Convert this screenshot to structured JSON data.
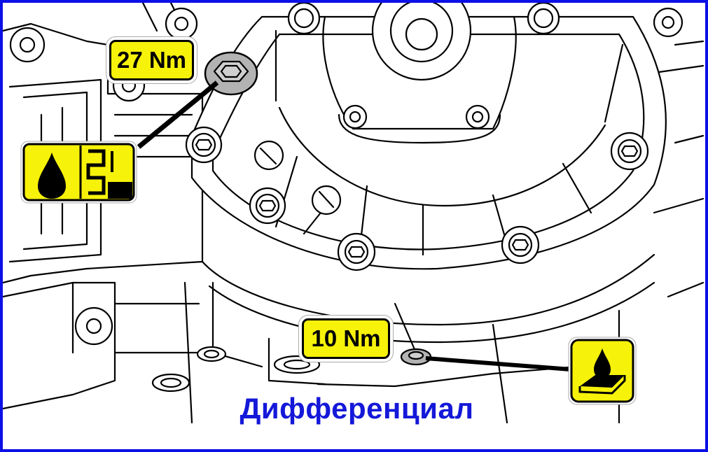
{
  "diagram": {
    "title": "Дифференциал",
    "callouts": [
      {
        "id": "oil-fill-plug",
        "torque": "27 Nm",
        "icon": "oil-fill-check-icon"
      },
      {
        "id": "oil-drain-plug",
        "torque": "10 Nm",
        "icon": "oil-drain-icon"
      }
    ]
  },
  "colors": {
    "frame": "#0b10e6",
    "title": "#1418d8",
    "label_fill": "#f7f20a",
    "plug_fill": "#b3b3b3"
  }
}
